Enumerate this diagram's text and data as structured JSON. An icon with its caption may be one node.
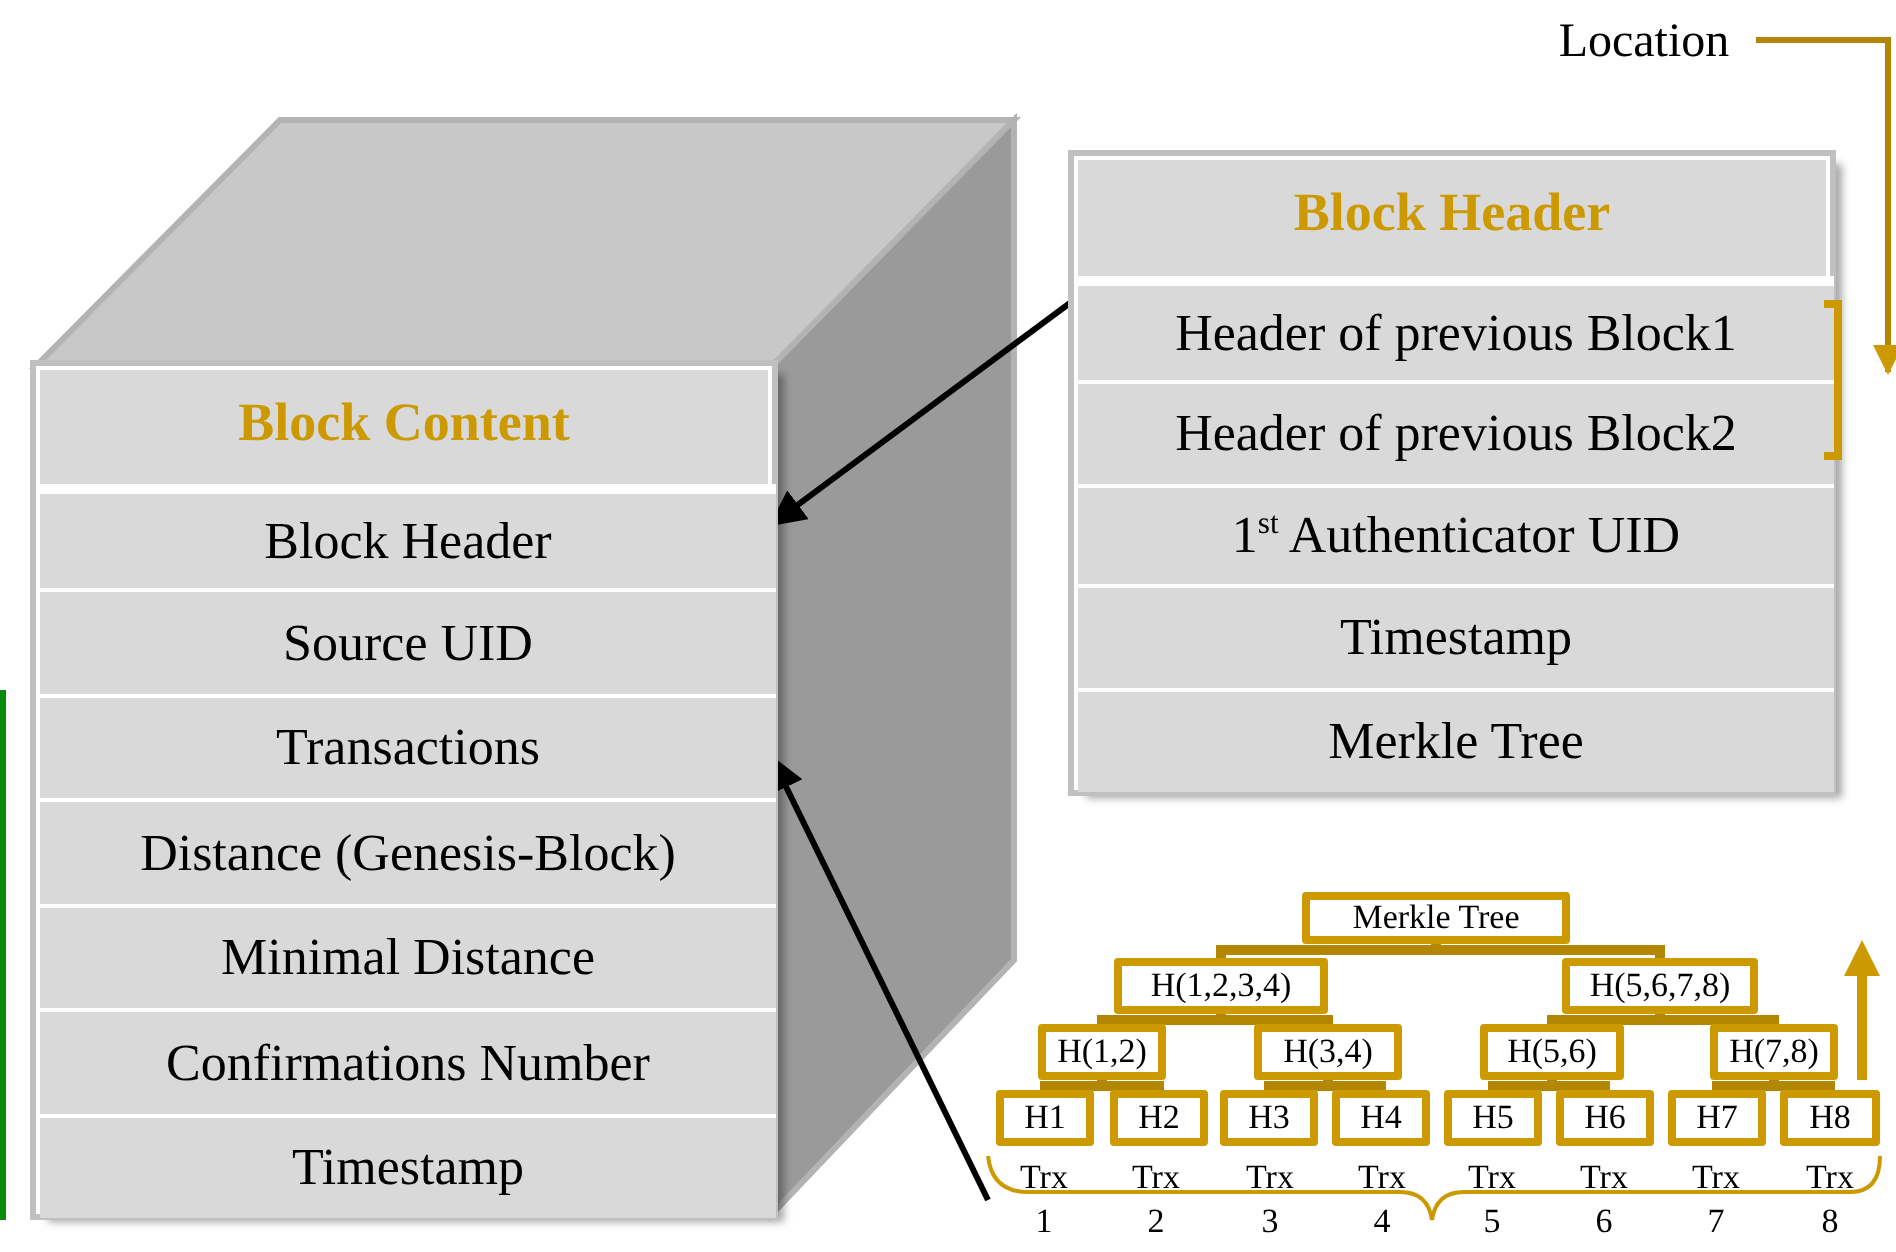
{
  "diagram": {
    "nodes": [
      {
        "text": [
          "Block Content"
        ]
      },
      {
        "text": [
          "Block Header"
        ],
        "in": 0
      },
      {
        "text": [
          "Source UID"
        ],
        "in": 0
      },
      {
        "text": [
          "Transactions"
        ],
        "in": 0
      },
      {
        "text": [
          "Distance (Genesis-Block)"
        ],
        "in": 0
      },
      {
        "text": [
          "Minimal Distance"
        ],
        "in": 0
      },
      {
        "text": [
          "Confirmations Number"
        ],
        "in": 0
      },
      {
        "text": [
          "Timestamp"
        ],
        "in": 0
      },
      {
        "text": [
          "Block Header"
        ]
      },
      {
        "text": [
          "Header of previous Block1"
        ],
        "in": 8
      },
      {
        "text": [
          "Header of previous Block2"
        ],
        "in": 8
      },
      {
        "text": [
          "1$^{st}$ Authenticator UID"
        ],
        "in": 8
      },
      {
        "text": [
          "Timestamp"
        ],
        "in": 8
      },
      {
        "text": [
          "Merkle Tree"
        ],
        "in": 8
      },
      {
        "text": [
          "Merkle Tree"
        ]
      },
      {
        "text": [
          "H(1,2,3,4)"
        ]
      },
      {
        "text": [
          "H(5,6,7,8)"
        ]
      },
      {
        "text": [
          "H(1,2)"
        ]
      },
      {
        "text": [
          "H(3,4)"
        ]
      },
      {
        "text": [
          "H(5,6)"
        ]
      },
      {
        "text": [
          "H(7,8)"
        ]
      },
      {
        "text": [
          "H1"
        ]
      },
      {
        "text": [
          "H2"
        ]
      },
      {
        "text": [
          "H3"
        ]
      },
      {
        "text": [
          "H4"
        ]
      },
      {
        "text": [
          "H5"
        ]
      },
      {
        "text": [
          "H6"
        ]
      },
      {
        "text": [
          "H7"
        ]
      },
      {
        "text": [
          "H8"
        ]
      },
      {
        "text": [
          "Trx 1",
          "Trx 2",
          "Trx 3",
          "Trx 4",
          "Trx 5",
          "Trx 6",
          "Trx 7",
          "Trx 8"
        ]
      },
      {
        "text": [
          "Location"
        ]
      }
    ],
    "edges": [
      {
        "from": 8,
        "to": 1,
        "arrow": "to",
        "color": "#000000"
      },
      {
        "from": 29,
        "to": 3,
        "arrow": "to",
        "color": "#000000"
      },
      {
        "from": 15,
        "to": 14,
        "arrow": "none"
      },
      {
        "from": 16,
        "to": 14,
        "arrow": "none"
      },
      {
        "from": 17,
        "to": 15,
        "arrow": "none"
      },
      {
        "from": 18,
        "to": 15,
        "arrow": "none"
      },
      {
        "from": 19,
        "to": 16,
        "arrow": "none"
      },
      {
        "from": 20,
        "to": 16,
        "arrow": "none"
      },
      {
        "from": 21,
        "to": 17,
        "arrow": "none"
      },
      {
        "from": 22,
        "to": 17,
        "arrow": "none"
      },
      {
        "from": 23,
        "to": 18,
        "arrow": "none"
      },
      {
        "from": 24,
        "to": 18,
        "arrow": "none"
      },
      {
        "from": 25,
        "to": 19,
        "arrow": "none"
      },
      {
        "from": 26,
        "to": 19,
        "arrow": "none"
      },
      {
        "from": 27,
        "to": 20,
        "arrow": "none"
      },
      {
        "from": 28,
        "to": 20,
        "arrow": "none"
      },
      {
        "from": 30,
        "to": 9,
        "arrow": "to"
      }
    ]
  }
}
